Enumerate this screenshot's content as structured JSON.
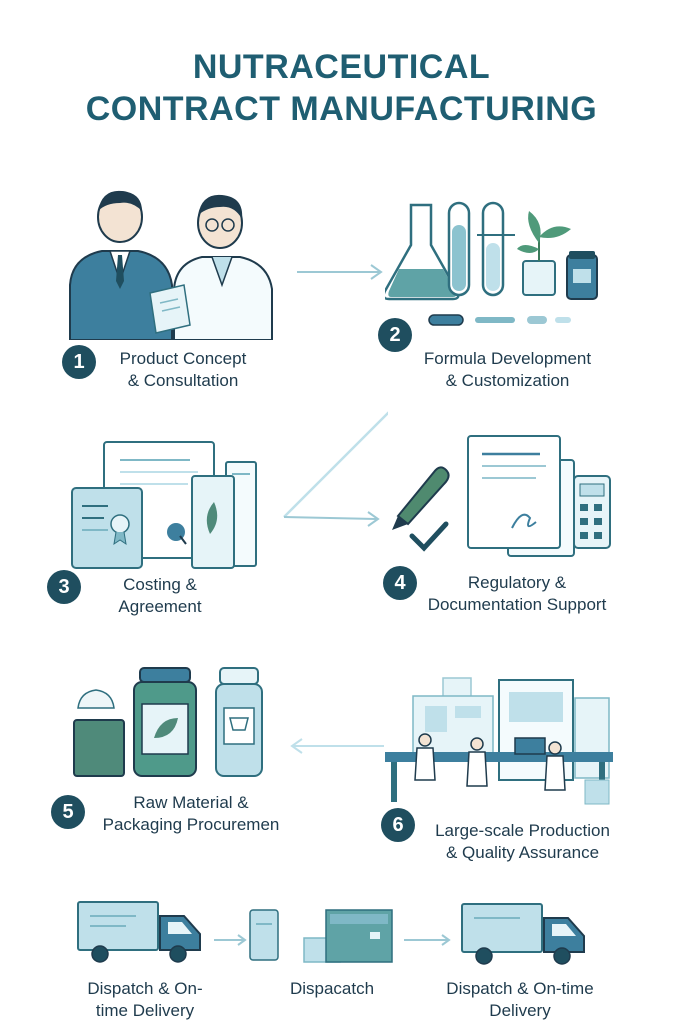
{
  "title": {
    "line1": "NUTRACEUTICAL",
    "line2": "CONTRACT MANUFACTURING"
  },
  "steps": [
    {
      "number": "1",
      "line1": "Product Concept",
      "line2": "& Consultation"
    },
    {
      "number": "2",
      "line1": "Formula Development",
      "line2": "& Customization"
    },
    {
      "number": "3",
      "line1": "Costing &",
      "line2": "Agreement"
    },
    {
      "number": "4",
      "line1": "Regulatory &",
      "line2": "Documentation Support"
    },
    {
      "number": "5",
      "line1": "Raw Material &",
      "line2": "Packaging Procuremen"
    },
    {
      "number": "6",
      "line1": "Large-scale Production",
      "line2": "& Quality Assurance"
    }
  ],
  "bottom": [
    {
      "line1": "Dispatch & On-",
      "line2": "time Delivery"
    },
    {
      "line1": "Dispacatch",
      "line2": ""
    },
    {
      "line1": "Dispatch & On-time",
      "line2": "Delivery"
    }
  ],
  "colors": {
    "title": "#1f5e72",
    "badge": "#1f4e5f",
    "accent_light": "#bfe0ea",
    "accent_mid": "#7fb8c6",
    "accent_dark": "#2f6f7f",
    "arrow": "#9cc8d4"
  }
}
